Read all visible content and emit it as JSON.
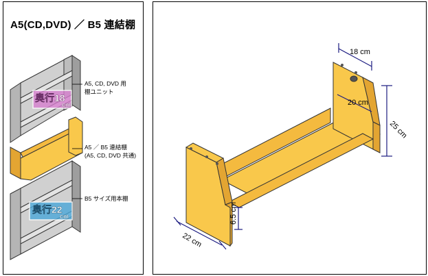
{
  "title": "A5(CD,DVD) ／ B5 連結棚",
  "labels": {
    "unit_a5": [
      "A5, CD, DVD 用",
      "棚ユニット"
    ],
    "connector": [
      "A5 ／ B5 連結棚",
      "(A5, CD, DVD 共通)"
    ],
    "unit_b5": "B5 サイズ用本棚"
  },
  "badges": {
    "depth18": {
      "main": "奥行18",
      "unit": "cm"
    },
    "depth22": {
      "main": "奥行22",
      "unit": "cm"
    }
  },
  "dimensions": {
    "depth": "18 cm",
    "inner_width": "20 cm",
    "height": "25 cm",
    "front_height": "6.5 cm",
    "length": "22 cm"
  },
  "colors": {
    "wood": "#f9c84b",
    "wood_dark": "#e3a532",
    "gray_unit": "#c9c9c9",
    "gray_dark": "#a3a3a3",
    "badge_pink": "#d77fcf",
    "badge_blue": "#4ba8d9",
    "dimension_line": "#1a1a80"
  }
}
